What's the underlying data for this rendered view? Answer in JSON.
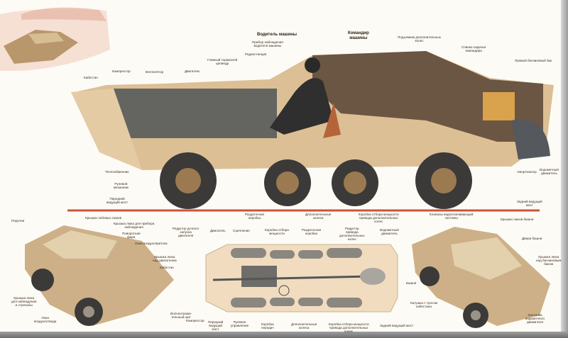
{
  "colors": {
    "hull_dark": "#6b5643",
    "hull_light": "#dcbf94",
    "wheel": "#3b3a38",
    "rim": "#9b7a52",
    "divider": "#c8553d",
    "water": "#e8b9a8"
  },
  "cutaway": {
    "driver": "Водитель машины",
    "commander": "Командир\nмашины",
    "driver_sight": "Прибор наблюдения\nводителя машины",
    "radio": "Радиостанция",
    "brake_cylinder": "Главный тормозной\nцилиндр",
    "engine": "Двигатель",
    "fan": "Вентилятор",
    "compressor": "Компрессор",
    "capstan": "Кабестан",
    "wheel_lift": "Подъемник дополнительных\nколес",
    "seat_back": "Спинка сиденья\nкомандира",
    "fuel_tank": "Правый бензиновый бак",
    "heat_exchanger": "Теплообменник",
    "steering": "Рулевой\nмеханизм",
    "front_axle": "Передний\nведущий мост",
    "transfer_case": "Раздаточная\nкоробка",
    "aux_wheels": "Дополнительные\nколеса",
    "pto_aux": "Коробка отбора мощности\nпривода дополнительных\nколес",
    "valves": "Клапаны водооткачивающей\nсистемы",
    "water_jet": "Водометный\nдвижитель",
    "shock": "Амортизатор",
    "rear_axle": "Задний ведущий\nмост"
  },
  "front_view": {
    "handrails": "Поручни",
    "front_hatches": "Крышки лобовых люков",
    "sight_hatch": "Крышка люка для прибора\nнаблюдения",
    "searchlight": "Поворотная\nфара",
    "air_intake": "Окна воздухопритока",
    "engine_hatch": "Крышка люка\nнад двигателем",
    "capstan": "Кабестан",
    "firing_hatch": "Крышка люка\nдля наблюдения\nи стрельбы",
    "air_outlet": "Окна\nвоздухоотвода",
    "wave_shield": "Волноотража-\nтельный щит"
  },
  "plan_view": {
    "hand_start": "Редуктор ручного\nзапуска\nдвигателя",
    "engine": "Двигатель",
    "clutch": "Сцепление",
    "pto": "Коробка отбора\nмощности",
    "transfer_case": "Раздаточная\nкоробка",
    "aux_reducer": "Редуктор\nпривода\nдополнительных\nколес",
    "water_jet": "Водометный\nдвижитель",
    "compressor": "Компрессор",
    "front_axle": "Передний\nведущий\nмост",
    "steering": "Рулевое\nуправление",
    "gearbox": "Коробка\nпередач",
    "aux_wheels": "Дополнительные\nколеса",
    "pto_aux": "Коробка отбора мощности\nпривода дополнительных\nколес",
    "rear_axle": "Задний ведущий мост"
  },
  "rear_view": {
    "turret_hatches": "Крышки люков башни",
    "turret_doors": "Двери башни",
    "fuel_hatch": "Крышка люка\nнад бензиновым\nбаком",
    "turret": "Башня",
    "cable_reel": "Катушка с тросом\nкабестана",
    "jet_flap": "Заслонка\nводометного\nдвижителя"
  }
}
